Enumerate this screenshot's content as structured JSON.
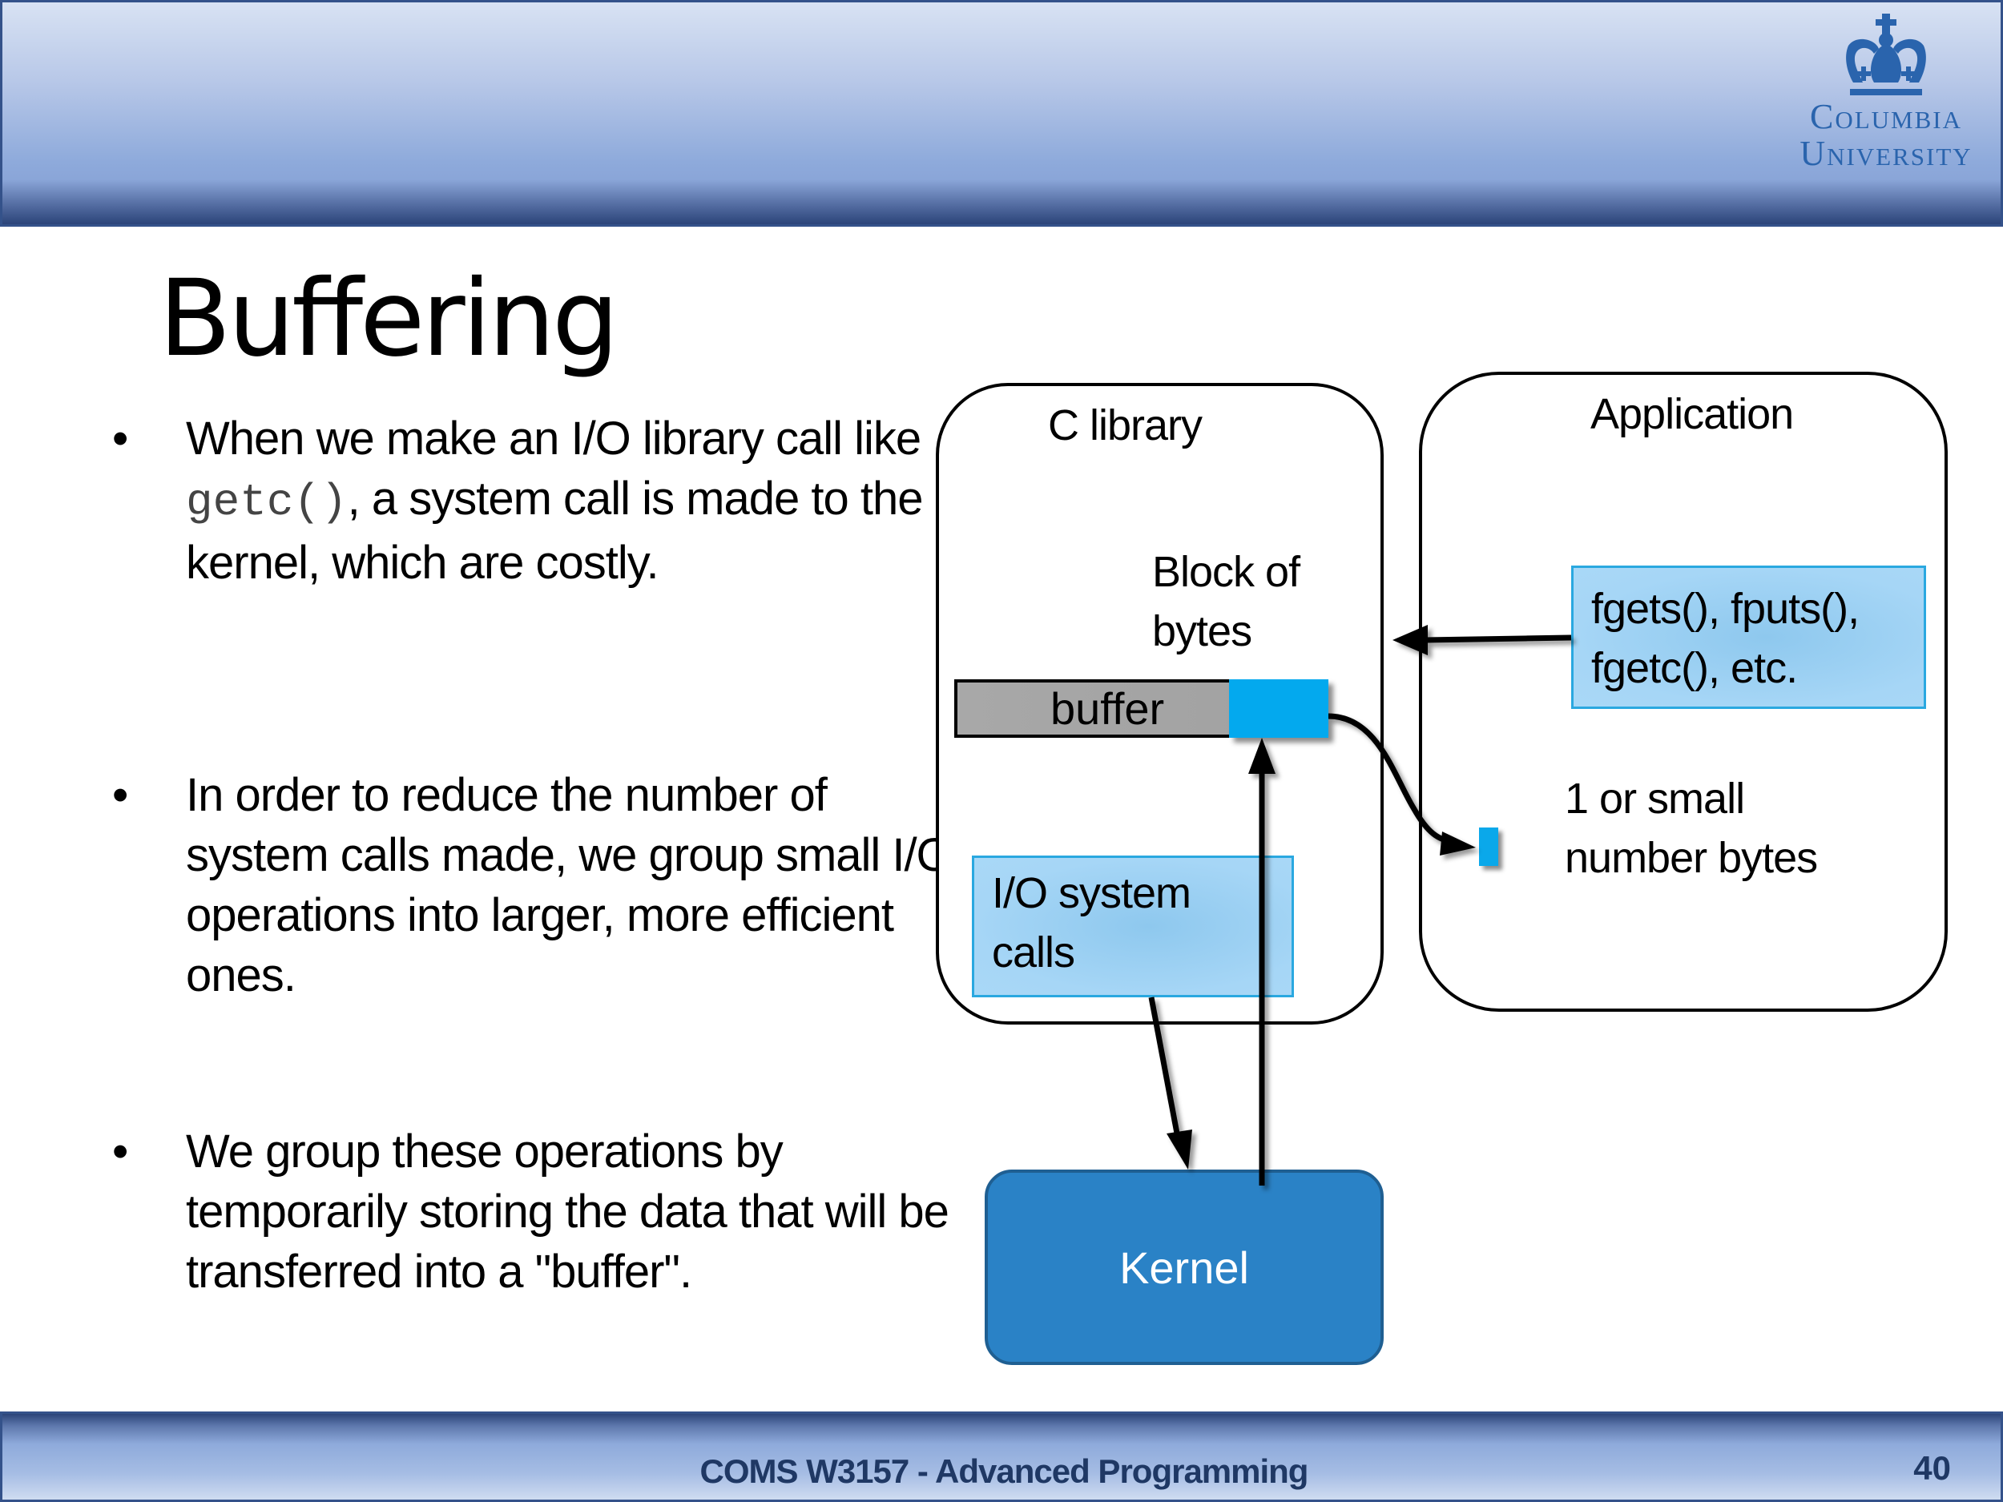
{
  "header": {
    "logo": {
      "icon": "crown-icon",
      "line1": "Columbia",
      "line2": "University",
      "color": "#2a64ad"
    }
  },
  "slide": {
    "title": "Buffering",
    "bullets": [
      {
        "before": "When we make an I/O library call like ",
        "code": "getc()",
        "after": ", a system call is made to the kernel, which are costly."
      },
      {
        "text": "In order to reduce the number of system calls made, we group small I/O operations into larger, more efficient ones."
      },
      {
        "text": "We group these operations by temporarily storing the data that will be transferred into a \"buffer\"."
      }
    ]
  },
  "diagram": {
    "c_library_label": "C library",
    "block_label_line1": "Block of",
    "block_label_line2": "bytes",
    "buffer_label": "buffer",
    "io_label_line1": "I/O system",
    "io_label_line2": "calls",
    "application_label": "Application",
    "fgets_line1": "fgets(), fputs(),",
    "fgets_line2": "fgetc(), etc.",
    "small_label_line1": "1 or small",
    "small_label_line2": "number bytes",
    "kernel_label": "Kernel",
    "colors": {
      "buffer_block": "#03a9ee",
      "kernel": "#2a82c6",
      "light_box": "#a6d6f6",
      "buffer_gray": "#a6a6a6"
    }
  },
  "footer": {
    "course": "COMS W3157 - Advanced Programming",
    "page_number": "40"
  }
}
